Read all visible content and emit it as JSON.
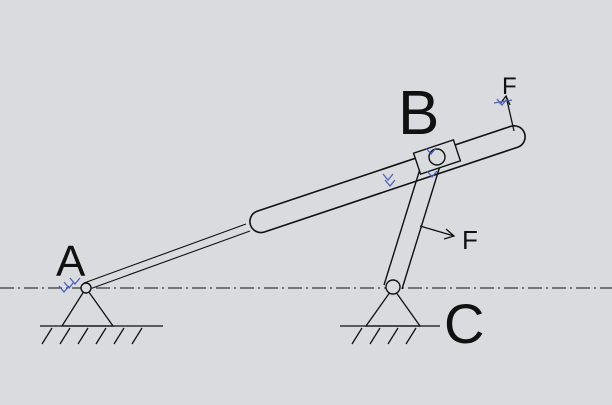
{
  "diagram": {
    "labels": {
      "point_a": "A",
      "point_b": "B",
      "point_c": "C",
      "force_top": "F",
      "force_link": "F"
    },
    "colors": {
      "background": "#d9dbde",
      "ink": "#111111",
      "mate_marker": "#4a5fc1"
    },
    "icons": {
      "pin_joint": "circle-pin",
      "ground_support": "triangle-with-hatching",
      "mate_marker": "double-chevron-arrow"
    }
  }
}
